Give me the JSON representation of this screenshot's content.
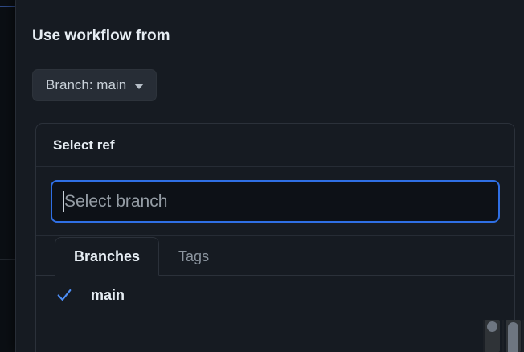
{
  "dialog": {
    "title": "Use workflow from",
    "branch_button": {
      "label": "Branch: main",
      "caret_icon": "chevron-down-icon"
    }
  },
  "popover": {
    "header_title": "Select ref",
    "filter": {
      "placeholder": "Select branch",
      "value": "",
      "focused": true
    },
    "tabs": [
      {
        "label": "Branches",
        "selected": true
      },
      {
        "label": "Tags",
        "selected": false
      }
    ],
    "refs": [
      {
        "label": "main",
        "selected": true,
        "check_icon": "check-icon"
      }
    ]
  },
  "scrollbars": {
    "list_scrollbar": "vertical-scrollbar",
    "page_scrollbar": "vertical-scrollbar"
  },
  "colors": {
    "page_background": "#0b0f14",
    "dialog_background": "#161b22",
    "popover_background": "#161b22",
    "border": "#2b313a",
    "text_primary": "#e6edf3",
    "text_muted": "#8b949e",
    "placeholder": "#959da5",
    "focus_ring": "#2f6fe4",
    "accent_check": "#4d8ef7",
    "button_background": "#272d36",
    "scrollbar_thumb": "#6e7681"
  }
}
